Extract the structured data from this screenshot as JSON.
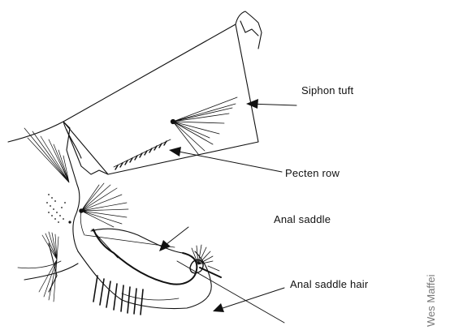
{
  "labels": {
    "siphon_tuft": "Siphon tuft",
    "pecten_row": "Pecten row",
    "anal_saddle": "Anal saddle",
    "anal_saddle_hair": "Anal saddle hair"
  },
  "credit": "Wes Maffei",
  "colors": {
    "ink": "#111111",
    "credit": "#777777",
    "background": "#ffffff"
  }
}
